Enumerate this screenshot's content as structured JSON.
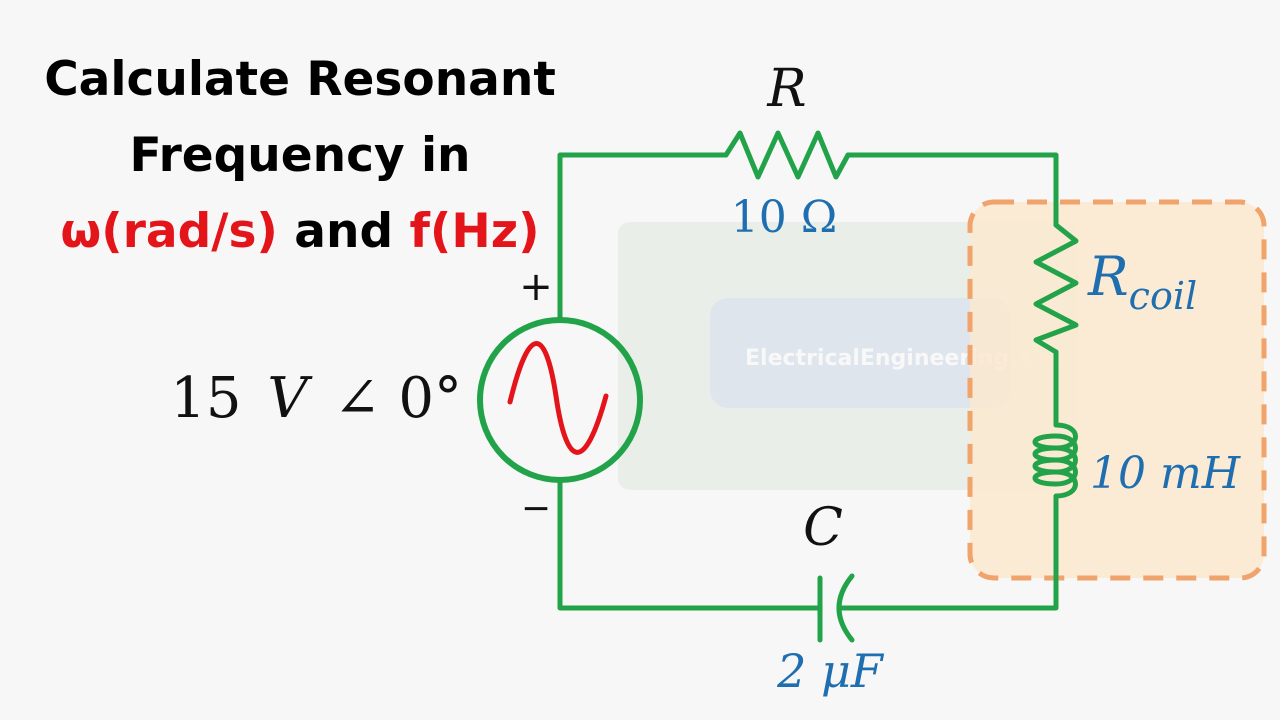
{
  "title": {
    "line1": "Calculate Resonant",
    "line2": "Frequency in",
    "omega_label": "ω(rad/s)",
    "and_label": " and ",
    "f_label": "f(Hz)"
  },
  "source": {
    "value": "15",
    "unit": "V",
    "angle": "∠ 0°",
    "plus": "+",
    "minus": "−"
  },
  "resistor": {
    "symbol": "R",
    "value": "10 Ω"
  },
  "coil": {
    "symbol": "R",
    "subscript": "coil",
    "inductance": "10 mH"
  },
  "capacitor": {
    "symbol": "C",
    "value": "2 μF"
  },
  "watermark": {
    "text": "ElectricalEngineering.XYZ"
  },
  "colors": {
    "wire": "#22a34a",
    "value_text": "#1f6fb0",
    "highlight": "#e3151a",
    "coil_box_fill": "#fbe9cf",
    "coil_box_stroke": "#f0a36a"
  }
}
